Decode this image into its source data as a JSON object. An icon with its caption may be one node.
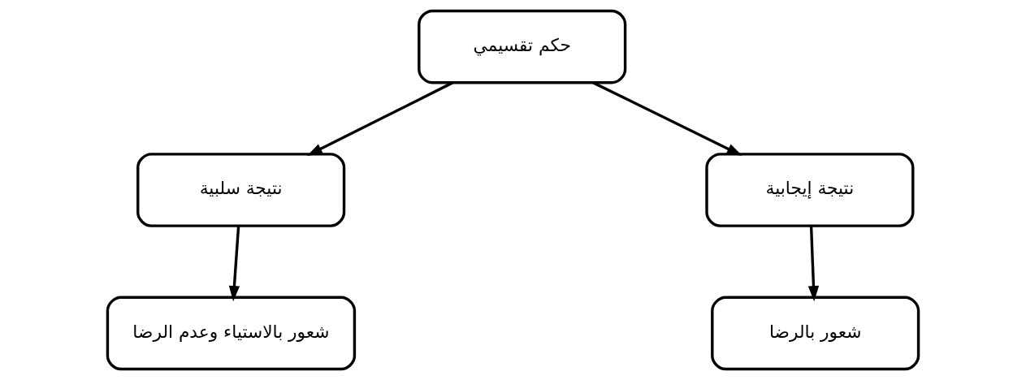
{
  "diagram": {
    "nodes": [
      {
        "text": [
          "حكم تقسيمي"
        ]
      },
      {
        "text": [
          "نتيجة سلبية"
        ]
      },
      {
        "text": [
          "نتيجة إيجابية"
        ]
      },
      {
        "text": [
          "شعور بالاستياء وعدم الرضا"
        ]
      },
      {
        "text": [
          "شعور بالرضا"
        ]
      }
    ],
    "edges": [
      {
        "from": 0,
        "to": 1,
        "arrow": "to"
      },
      {
        "from": 0,
        "to": 2,
        "arrow": "to"
      },
      {
        "from": 1,
        "to": 3,
        "arrow": "to"
      },
      {
        "from": 2,
        "to": 4,
        "arrow": "to"
      }
    ]
  }
}
